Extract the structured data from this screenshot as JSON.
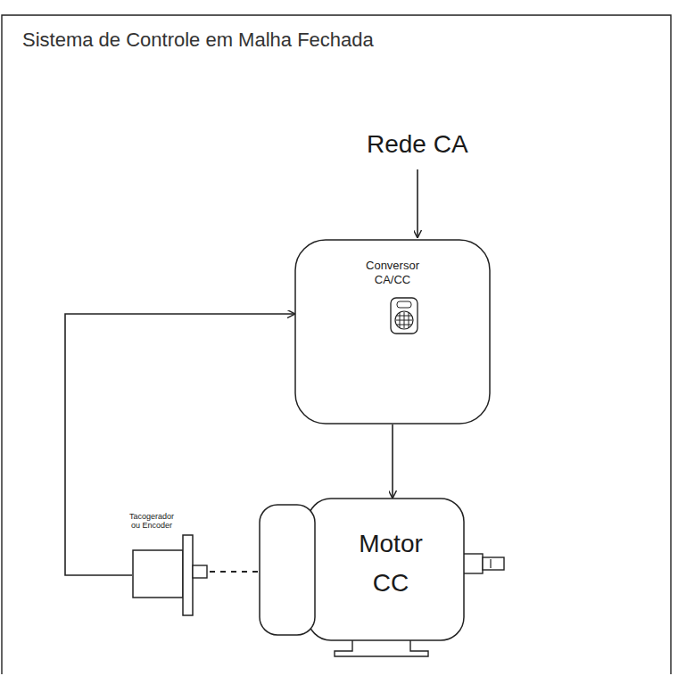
{
  "diagram": {
    "title": "Sistema de Controle em Malha Fechada",
    "nodes": [
      {
        "text": [
          "Conversor CA/CC"
        ]
      },
      {
        "text": [
          "Motor CC"
        ]
      },
      {
        "text": [
          "Tacogerador ou Encoder"
        ]
      }
    ],
    "edges": [
      {
        "from": 0,
        "to": 1,
        "arrow": "to"
      },
      {
        "from": 2,
        "to": 0,
        "arrow": "to"
      },
      {
        "from": 2,
        "to": 1,
        "arrow": "none"
      }
    ],
    "labels": [
      "Rede CA"
    ]
  }
}
